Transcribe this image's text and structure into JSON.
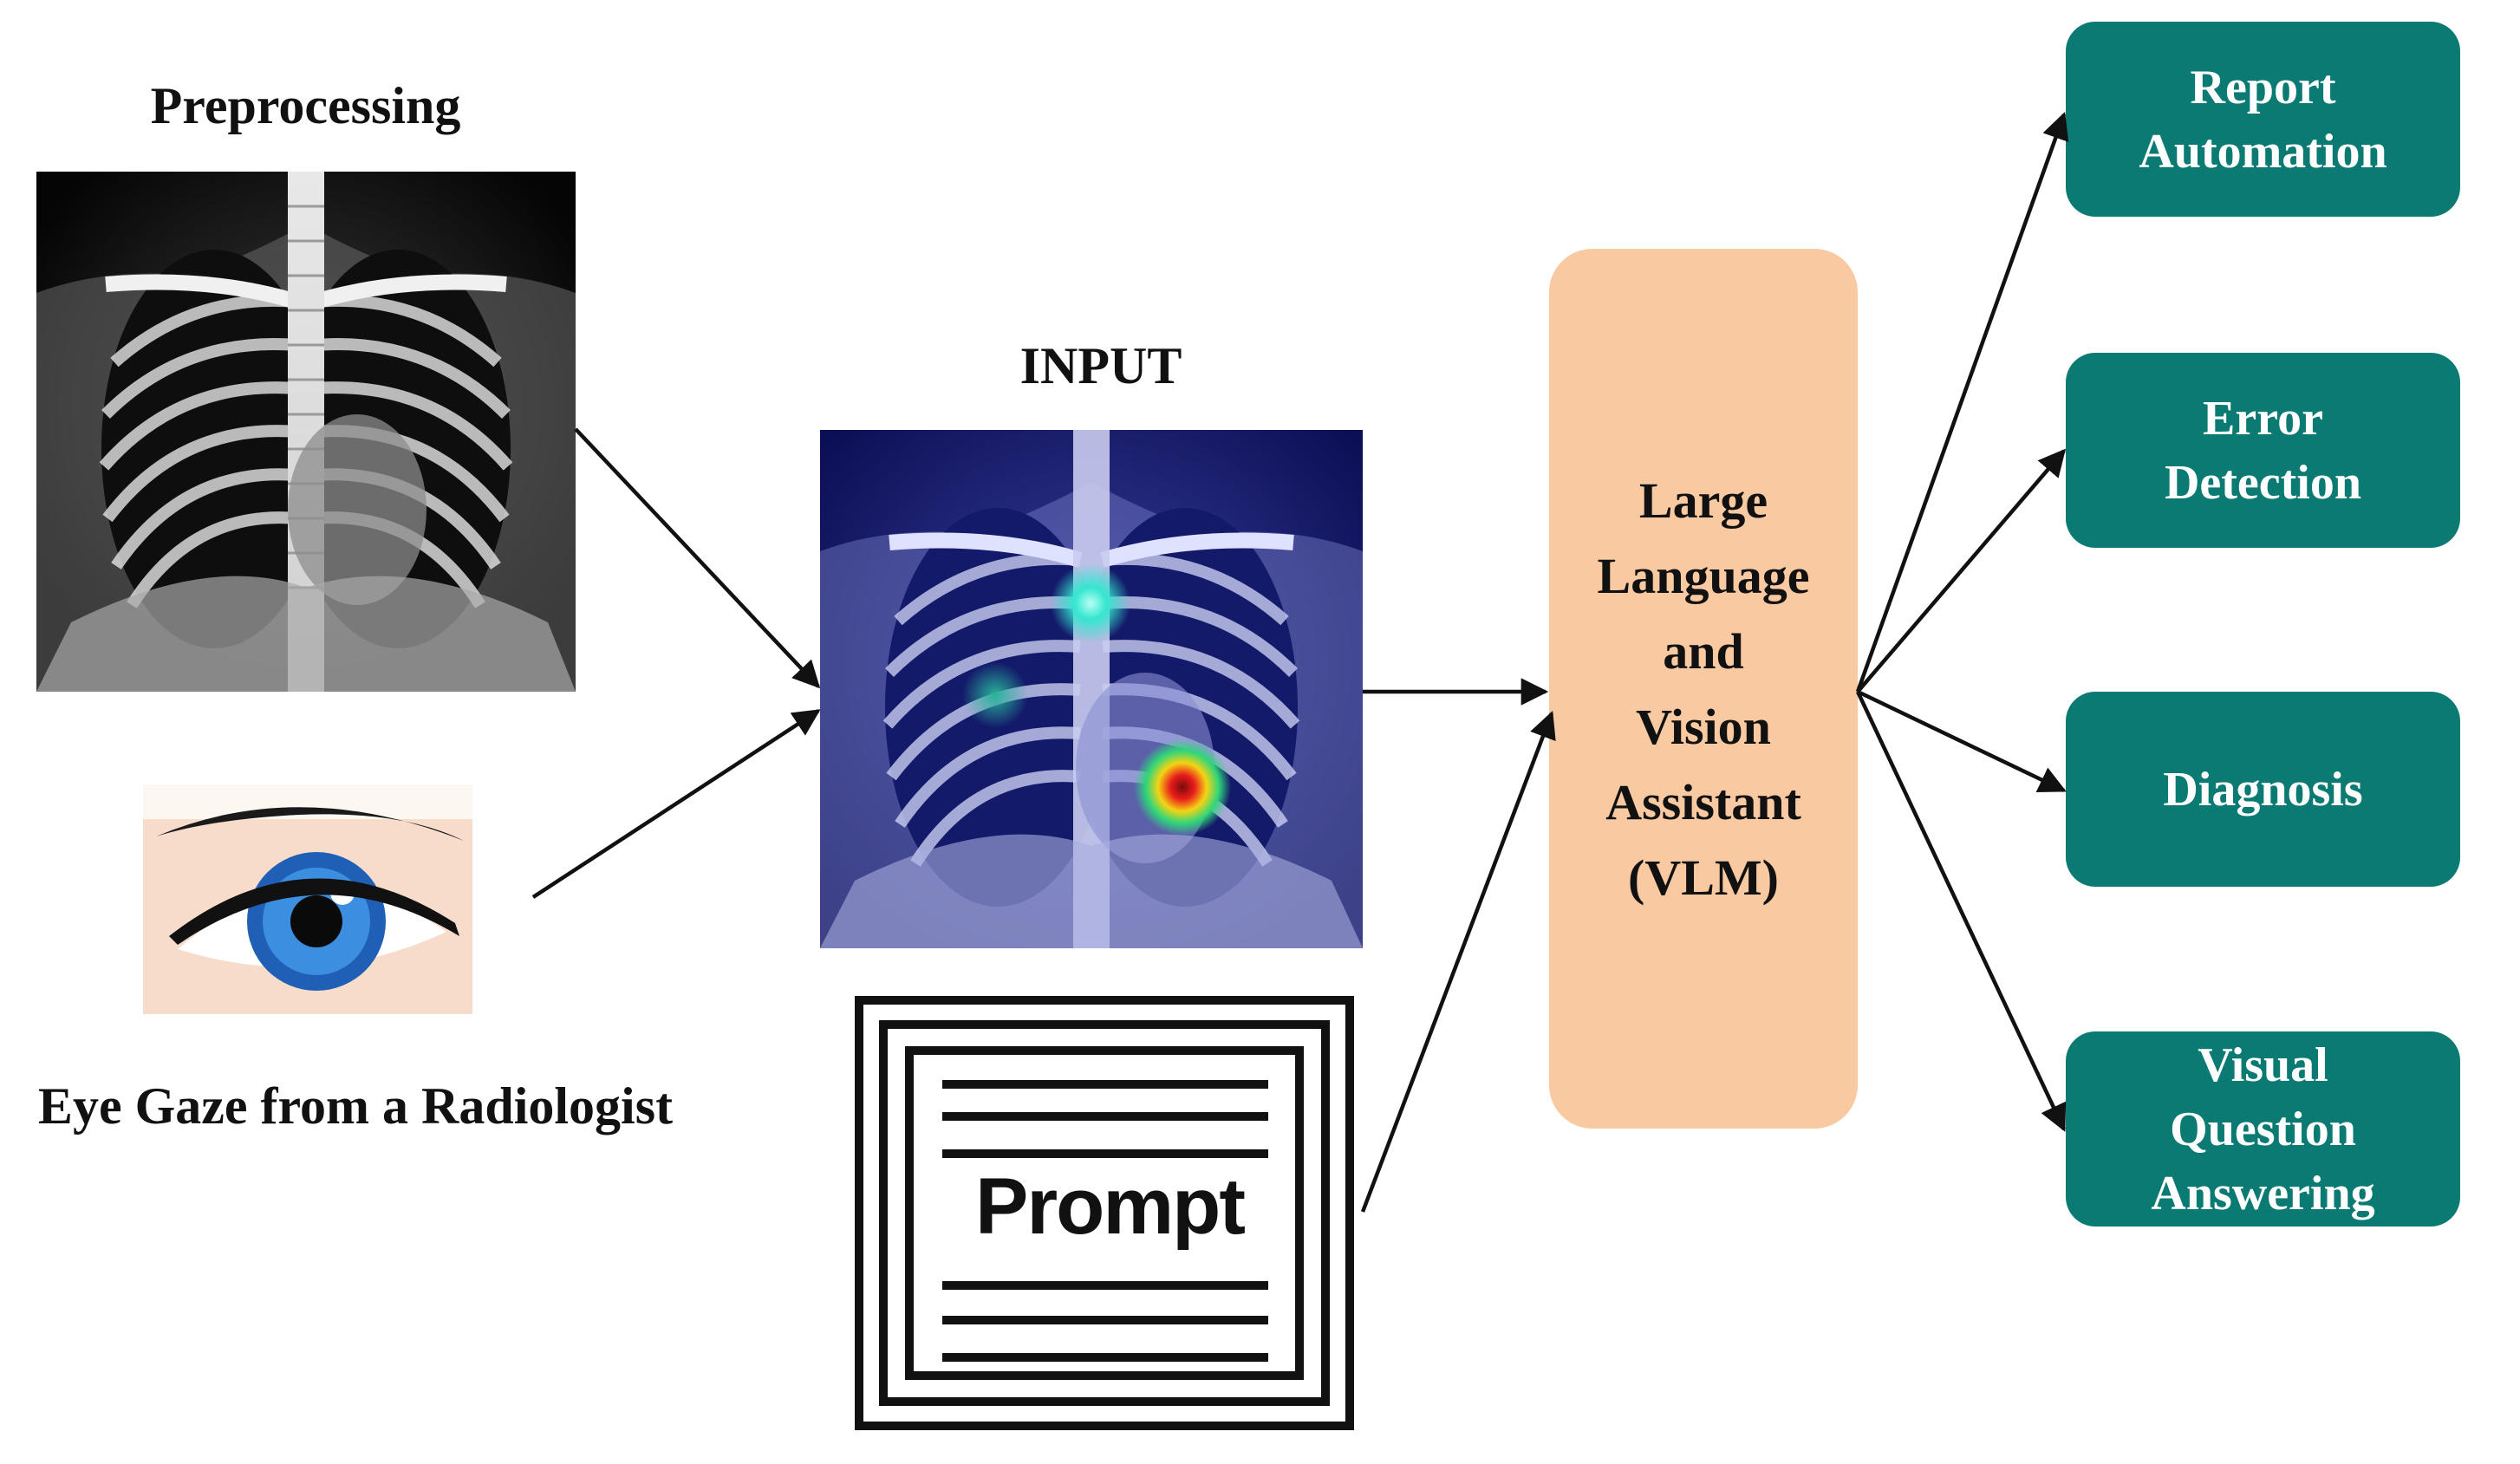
{
  "labels": {
    "preprocessing": "Preprocessing",
    "input": "INPUT",
    "eye_gaze": "Eye Gaze from a Radiologist",
    "prompt": "Prompt"
  },
  "vlm": {
    "text": "Large\nLanguage\nand\nVision\nAssistant\n(VLM)"
  },
  "outputs": [
    {
      "text": "Report\nAutomation"
    },
    {
      "text": "Error\nDetection"
    },
    {
      "text": "Diagnosis"
    },
    {
      "text": "Visual\nQuestion\nAnswering"
    }
  ],
  "colors": {
    "output_box": "#0b7a72",
    "vlm_box": "#f9c9a2",
    "arrow": "#111111"
  },
  "icons": [
    "chest-xray-image",
    "gaze-heatmap-xray-image",
    "eye-icon",
    "prompt-document-icon"
  ]
}
